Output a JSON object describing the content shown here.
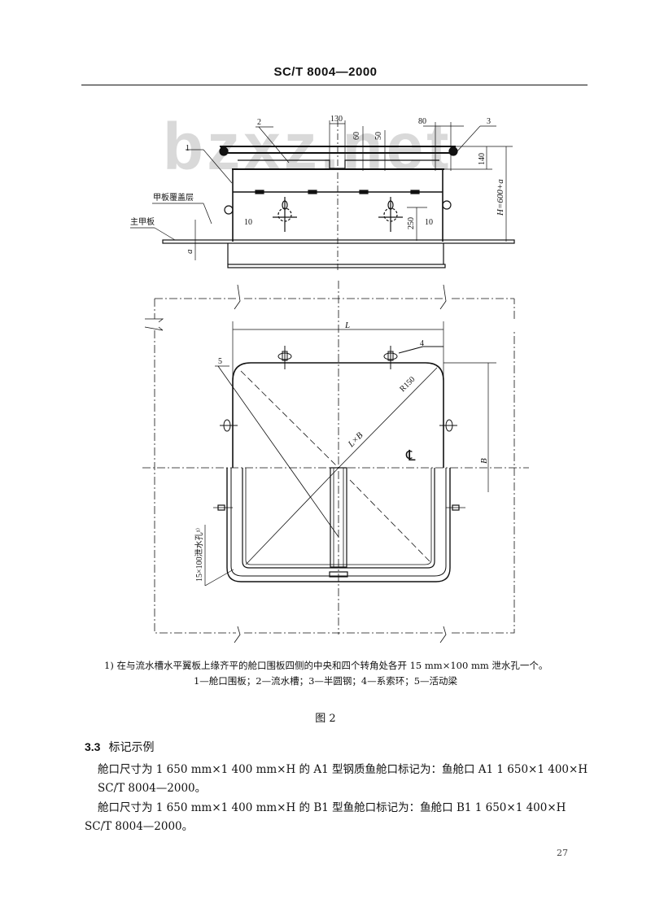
{
  "header": {
    "standard_code": "SC/T 8004—2000"
  },
  "watermark": "bzxz.net",
  "figure": {
    "elevation_labels": {
      "part1": "1",
      "part2": "2",
      "part3": "3",
      "deck_covering": "甲板覆盖层",
      "main_deck": "主甲板",
      "dim_130": "130",
      "dim_60": "60",
      "dim_50": "50",
      "dim_80": "80",
      "dim_140": "140",
      "dim_height": "H=600+a",
      "dim_10_left": "10",
      "dim_10_right": "10",
      "dim_250": "250",
      "dim_a": "a"
    },
    "plan_labels": {
      "dim_L": "L",
      "part4": "4",
      "part5": "5",
      "radius": "R150",
      "size": "L×B",
      "centerline": "℄",
      "dim_B": "B",
      "drain_hole": "15×100泄水孔¹⁾"
    },
    "footnote": "1) 在与流水槽水平翼板上缘齐平的舱口围板四侧的中央和四个转角处各开 15 mm×100 mm 泄水孔一个。",
    "legend": "1—舱口围板；2—流水槽；3—半圆钢；4—系索环；5—活动梁",
    "caption": "图 2"
  },
  "section": {
    "number": "3.3",
    "title": "标记示例",
    "paragraphs": [
      "舱口尺寸为 1 650 mm×1 400 mm×H 的 A1 型钢质鱼舱口标记为：鱼舱口 A1 1 650×1 400×H",
      "SC/T 8004—2000。",
      "舱口尺寸为 1 650 mm×1 400 mm×H 的 B1 型鱼舱口标记为：鱼舱口 B1 1 650×1 400×H",
      "SC/T 8004—2000。"
    ]
  },
  "footer": {
    "page_number": "27"
  }
}
